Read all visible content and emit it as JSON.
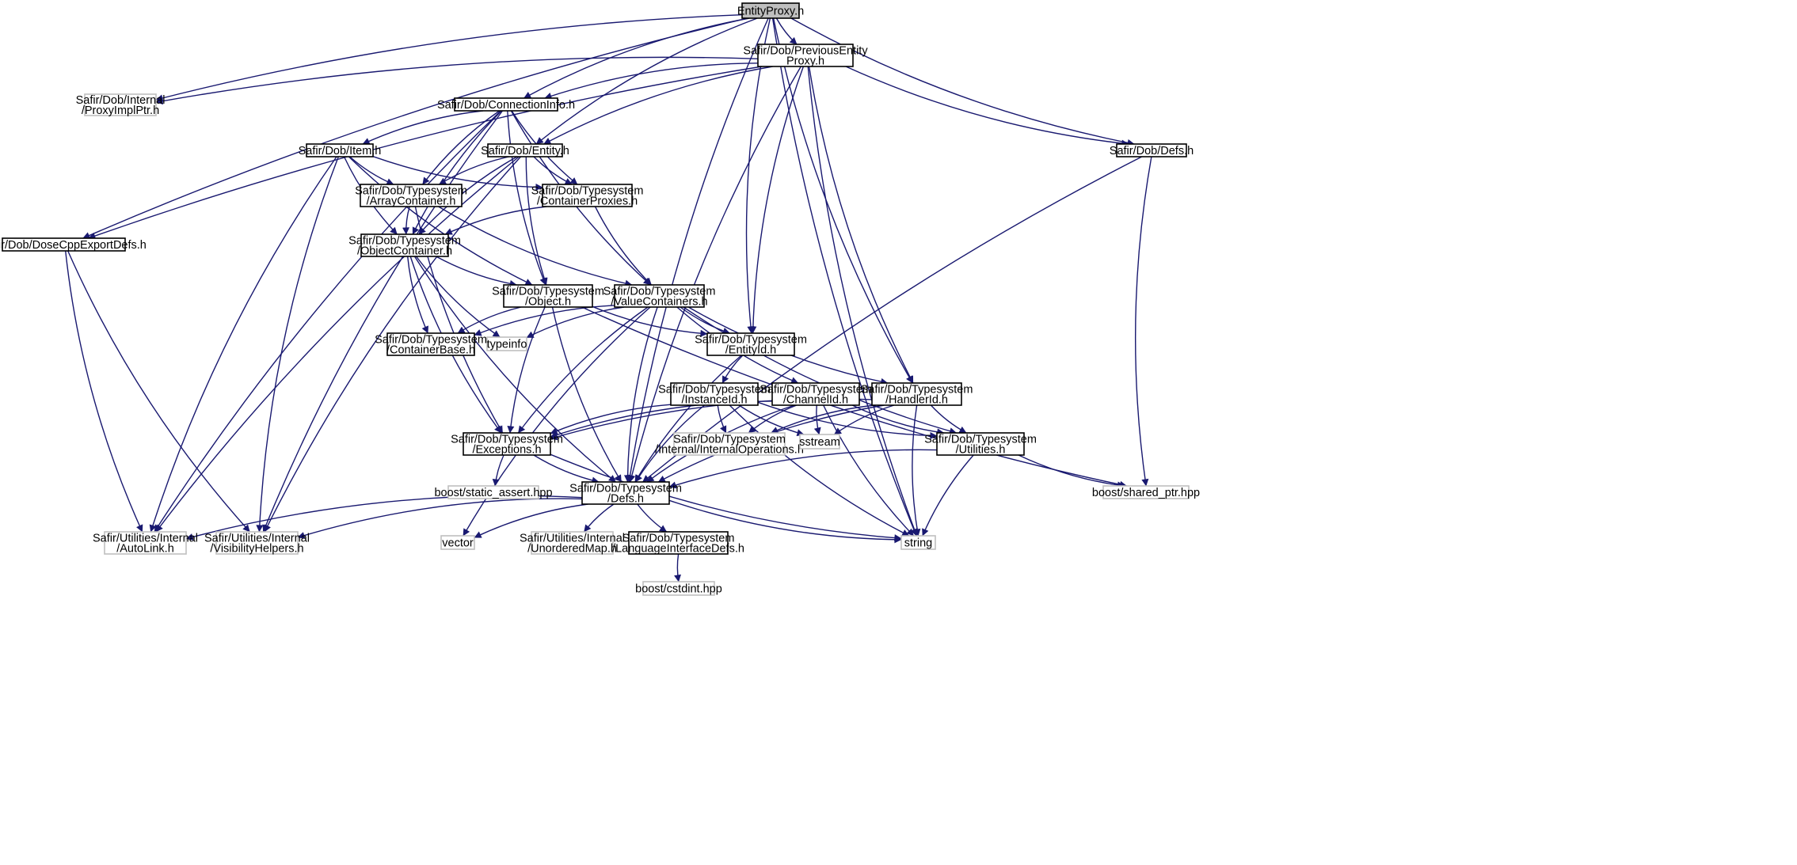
{
  "colors": {
    "edge": "#191970",
    "node_border": "#000000",
    "external_border": "#bfbfbf",
    "root_fill": "#bfbfbf"
  },
  "nodes": [
    {
      "id": "EntityProxy",
      "lines": [
        "EntityProxy.h"
      ],
      "kind": "root"
    },
    {
      "id": "PrevEntityProxy",
      "lines": [
        "Safir/Dob/PreviousEntity",
        "Proxy.h"
      ],
      "kind": "internal"
    },
    {
      "id": "ProxyImplPtr",
      "lines": [
        "Safir/Dob/Internal",
        "/ProxyImplPtr.h"
      ],
      "kind": "external"
    },
    {
      "id": "ConnectionInfo",
      "lines": [
        "Safir/Dob/ConnectionInfo.h"
      ],
      "kind": "internal"
    },
    {
      "id": "Defs",
      "lines": [
        "Safir/Dob/Defs.h"
      ],
      "kind": "internal"
    },
    {
      "id": "Item",
      "lines": [
        "Safir/Dob/Item.h"
      ],
      "kind": "internal"
    },
    {
      "id": "Entity",
      "lines": [
        "Safir/Dob/Entity.h"
      ],
      "kind": "internal"
    },
    {
      "id": "ArrayContainer",
      "lines": [
        "Safir/Dob/Typesystem",
        "/ArrayContainer.h"
      ],
      "kind": "internal"
    },
    {
      "id": "ContainerProxies",
      "lines": [
        "Safir/Dob/Typesystem",
        "/ContainerProxies.h"
      ],
      "kind": "internal"
    },
    {
      "id": "DoseCppExportDefs",
      "lines": [
        "Safir/Dob/DoseCppExportDefs.h"
      ],
      "kind": "internal"
    },
    {
      "id": "ObjectContainer",
      "lines": [
        "Safir/Dob/Typesystem",
        "/ObjectContainer.h"
      ],
      "kind": "internal"
    },
    {
      "id": "Object",
      "lines": [
        "Safir/Dob/Typesystem",
        "/Object.h"
      ],
      "kind": "internal"
    },
    {
      "id": "ValueContainers",
      "lines": [
        "Safir/Dob/Typesystem",
        "/ValueContainers.h"
      ],
      "kind": "internal"
    },
    {
      "id": "ContainerBase",
      "lines": [
        "Safir/Dob/Typesystem",
        "/ContainerBase.h"
      ],
      "kind": "internal"
    },
    {
      "id": "typeinfo",
      "lines": [
        "typeinfo"
      ],
      "kind": "external"
    },
    {
      "id": "EntityId",
      "lines": [
        "Safir/Dob/Typesystem",
        "/EntityId.h"
      ],
      "kind": "internal"
    },
    {
      "id": "InstanceId",
      "lines": [
        "Safir/Dob/Typesystem",
        "/InstanceId.h"
      ],
      "kind": "internal"
    },
    {
      "id": "ChannelId",
      "lines": [
        "Safir/Dob/Typesystem",
        "/ChannelId.h"
      ],
      "kind": "internal"
    },
    {
      "id": "HandlerId",
      "lines": [
        "Safir/Dob/Typesystem",
        "/HandlerId.h"
      ],
      "kind": "internal"
    },
    {
      "id": "Exceptions",
      "lines": [
        "Safir/Dob/Typesystem",
        "/Exceptions.h"
      ],
      "kind": "internal"
    },
    {
      "id": "InternalOperations",
      "lines": [
        "Safir/Dob/Typesystem",
        "/Internal/InternalOperations.h"
      ],
      "kind": "external"
    },
    {
      "id": "sstream",
      "lines": [
        "sstream"
      ],
      "kind": "external"
    },
    {
      "id": "Utilities",
      "lines": [
        "Safir/Dob/Typesystem",
        "/Utilities.h"
      ],
      "kind": "internal"
    },
    {
      "id": "static_assert",
      "lines": [
        "boost/static_assert.hpp"
      ],
      "kind": "external"
    },
    {
      "id": "TSDefs",
      "lines": [
        "Safir/Dob/Typesystem",
        "/Defs.h"
      ],
      "kind": "internal"
    },
    {
      "id": "shared_ptr",
      "lines": [
        "boost/shared_ptr.hpp"
      ],
      "kind": "external"
    },
    {
      "id": "AutoLink",
      "lines": [
        "Safir/Utilities/Internal",
        "/AutoLink.h"
      ],
      "kind": "external"
    },
    {
      "id": "VisibilityHelpers",
      "lines": [
        "Safir/Utilities/Internal",
        "/VisibilityHelpers.h"
      ],
      "kind": "external"
    },
    {
      "id": "vector",
      "lines": [
        "vector"
      ],
      "kind": "external"
    },
    {
      "id": "UnorderedMap",
      "lines": [
        "Safir/Utilities/Internal",
        "/UnorderedMap.h"
      ],
      "kind": "external"
    },
    {
      "id": "LanguageInterfaceDefs",
      "lines": [
        "Safir/Dob/Typesystem",
        "/LanguageInterfaceDefs.h"
      ],
      "kind": "internal"
    },
    {
      "id": "string",
      "lines": [
        "string"
      ],
      "kind": "external"
    },
    {
      "id": "cstdint",
      "lines": [
        "boost/cstdint.hpp"
      ],
      "kind": "external"
    }
  ],
  "edges": [
    [
      "EntityProxy",
      "PrevEntityProxy"
    ],
    [
      "EntityProxy",
      "ProxyImplPtr"
    ],
    [
      "EntityProxy",
      "ConnectionInfo"
    ],
    [
      "EntityProxy",
      "Defs"
    ],
    [
      "EntityProxy",
      "Entity"
    ],
    [
      "EntityProxy",
      "DoseCppExportDefs"
    ],
    [
      "EntityProxy",
      "EntityId"
    ],
    [
      "EntityProxy",
      "HandlerId"
    ],
    [
      "EntityProxy",
      "TSDefs"
    ],
    [
      "EntityProxy",
      "string"
    ],
    [
      "PrevEntityProxy",
      "ProxyImplPtr"
    ],
    [
      "PrevEntityProxy",
      "ConnectionInfo"
    ],
    [
      "PrevEntityProxy",
      "Defs"
    ],
    [
      "PrevEntityProxy",
      "Entity"
    ],
    [
      "PrevEntityProxy",
      "DoseCppExportDefs"
    ],
    [
      "PrevEntityProxy",
      "EntityId"
    ],
    [
      "PrevEntityProxy",
      "HandlerId"
    ],
    [
      "PrevEntityProxy",
      "TSDefs"
    ],
    [
      "PrevEntityProxy",
      "string"
    ],
    [
      "ConnectionInfo",
      "Item"
    ],
    [
      "ConnectionInfo",
      "ArrayContainer"
    ],
    [
      "ConnectionInfo",
      "ContainerProxies"
    ],
    [
      "ConnectionInfo",
      "ObjectContainer"
    ],
    [
      "ConnectionInfo",
      "Object"
    ],
    [
      "ConnectionInfo",
      "ValueContainers"
    ],
    [
      "ConnectionInfo",
      "AutoLink"
    ],
    [
      "ConnectionInfo",
      "VisibilityHelpers"
    ],
    [
      "Defs",
      "TSDefs"
    ],
    [
      "Defs",
      "shared_ptr"
    ],
    [
      "Item",
      "ArrayContainer"
    ],
    [
      "Item",
      "ContainerProxies"
    ],
    [
      "Item",
      "ObjectContainer"
    ],
    [
      "Item",
      "Object"
    ],
    [
      "Item",
      "AutoLink"
    ],
    [
      "Item",
      "VisibilityHelpers"
    ],
    [
      "Entity",
      "ArrayContainer"
    ],
    [
      "Entity",
      "ContainerProxies"
    ],
    [
      "Entity",
      "ObjectContainer"
    ],
    [
      "Entity",
      "Object"
    ],
    [
      "Entity",
      "AutoLink"
    ],
    [
      "Entity",
      "VisibilityHelpers"
    ],
    [
      "ArrayContainer",
      "ObjectContainer"
    ],
    [
      "ArrayContainer",
      "ValueContainers"
    ],
    [
      "ArrayContainer",
      "Exceptions"
    ],
    [
      "ContainerProxies",
      "ObjectContainer"
    ],
    [
      "ContainerProxies",
      "ValueContainers"
    ],
    [
      "DoseCppExportDefs",
      "AutoLink"
    ],
    [
      "DoseCppExportDefs",
      "VisibilityHelpers"
    ],
    [
      "ObjectContainer",
      "Object"
    ],
    [
      "ObjectContainer",
      "ContainerBase"
    ],
    [
      "ObjectContainer",
      "typeinfo"
    ],
    [
      "ObjectContainer",
      "Exceptions"
    ],
    [
      "ObjectContainer",
      "TSDefs"
    ],
    [
      "Object",
      "ContainerBase"
    ],
    [
      "Object",
      "EntityId"
    ],
    [
      "Object",
      "Exceptions"
    ],
    [
      "Object",
      "TSDefs"
    ],
    [
      "Object",
      "shared_ptr"
    ],
    [
      "ValueContainers",
      "ContainerBase"
    ],
    [
      "ValueContainers",
      "typeinfo"
    ],
    [
      "ValueContainers",
      "EntityId"
    ],
    [
      "ValueContainers",
      "ChannelId"
    ],
    [
      "ValueContainers",
      "HandlerId"
    ],
    [
      "ValueContainers",
      "Exceptions"
    ],
    [
      "ValueContainers",
      "Utilities"
    ],
    [
      "ValueContainers",
      "TSDefs"
    ],
    [
      "ValueContainers",
      "vector"
    ],
    [
      "EntityId",
      "InstanceId"
    ],
    [
      "EntityId",
      "TSDefs"
    ],
    [
      "InstanceId",
      "Exceptions"
    ],
    [
      "InstanceId",
      "InternalOperations"
    ],
    [
      "InstanceId",
      "sstream"
    ],
    [
      "InstanceId",
      "Utilities"
    ],
    [
      "InstanceId",
      "TSDefs"
    ],
    [
      "InstanceId",
      "string"
    ],
    [
      "ChannelId",
      "Exceptions"
    ],
    [
      "ChannelId",
      "InternalOperations"
    ],
    [
      "ChannelId",
      "sstream"
    ],
    [
      "ChannelId",
      "Utilities"
    ],
    [
      "ChannelId",
      "TSDefs"
    ],
    [
      "ChannelId",
      "string"
    ],
    [
      "HandlerId",
      "Exceptions"
    ],
    [
      "HandlerId",
      "InternalOperations"
    ],
    [
      "HandlerId",
      "sstream"
    ],
    [
      "HandlerId",
      "Utilities"
    ],
    [
      "HandlerId",
      "TSDefs"
    ],
    [
      "HandlerId",
      "string"
    ],
    [
      "Exceptions",
      "static_assert"
    ],
    [
      "Exceptions",
      "TSDefs"
    ],
    [
      "Exceptions",
      "string"
    ],
    [
      "Utilities",
      "TSDefs"
    ],
    [
      "Utilities",
      "shared_ptr"
    ],
    [
      "Utilities",
      "string"
    ],
    [
      "TSDefs",
      "AutoLink"
    ],
    [
      "TSDefs",
      "VisibilityHelpers"
    ],
    [
      "TSDefs",
      "vector"
    ],
    [
      "TSDefs",
      "UnorderedMap"
    ],
    [
      "TSDefs",
      "LanguageInterfaceDefs"
    ],
    [
      "TSDefs",
      "string"
    ],
    [
      "LanguageInterfaceDefs",
      "cstdint"
    ]
  ]
}
